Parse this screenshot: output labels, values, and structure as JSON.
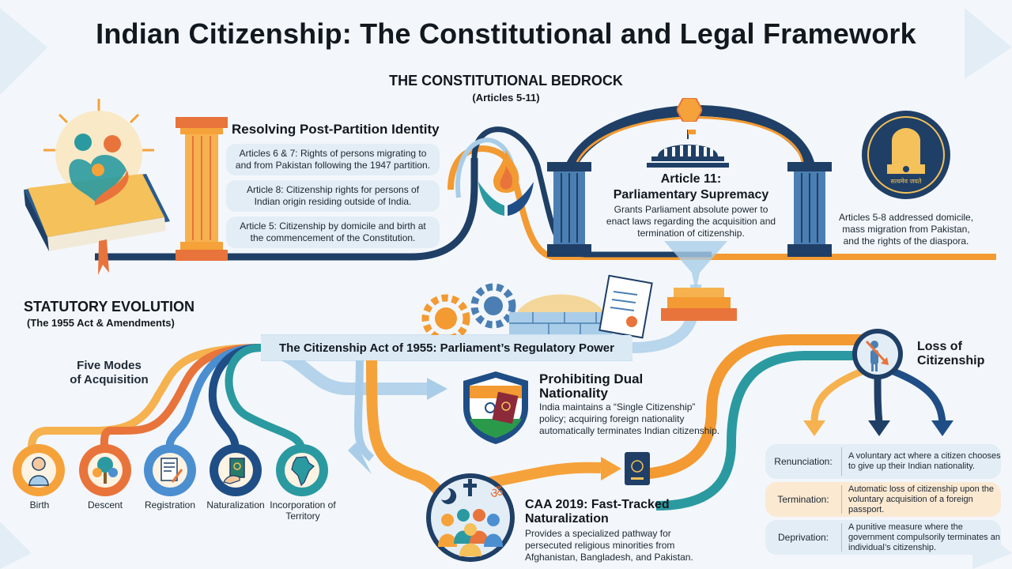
{
  "title": "Indian Citizenship: The Constitutional and Legal Framework",
  "constitutional": {
    "heading": "THE CONSTITUTIONAL BEDROCK",
    "subheading": "(Articles 5-11)",
    "partition": {
      "heading": "Resolving Post-Partition Identity",
      "items": [
        "Articles 6 & 7: Rights of persons migrating to and from Pakistan following the 1947 partition.",
        "Article 8: Citizenship rights for persons of Indian origin residing outside of India.",
        "Article 5: Citizenship by domicile and birth at the commencement of the Constitution."
      ]
    },
    "article11": {
      "heading_line1": "Article 11:",
      "heading_line2": "Parliamentary Supremacy",
      "body": "Grants Parliament absolute power to enact laws regarding the acquisition and termination of citizenship."
    },
    "emblem_note": "Articles 5-8 addressed domicile, mass migration from Pakistan, and the rights of the diaspora.",
    "emblem_motto": "सत्यमेव जयते"
  },
  "statutory": {
    "heading": "STATUTORY EVOLUTION",
    "subheading": "(The 1955 Act & Amendments)",
    "banner": "The Citizenship Act of 1955: Parliament’s Regulatory Power",
    "five_modes": {
      "heading_line1": "Five Modes",
      "heading_line2": "of Acquisition",
      "modes": [
        {
          "label": "Birth",
          "icon": "baby-icon",
          "color": "#f6a23a"
        },
        {
          "label": "Descent",
          "icon": "family-tree-icon",
          "color": "#e8743b"
        },
        {
          "label": "Registration",
          "icon": "document-pen-icon",
          "color": "#4b8fd1"
        },
        {
          "label": "Naturalization",
          "icon": "passport-hand-icon",
          "color": "#1f4e86"
        },
        {
          "label": "Incorporation of Territory",
          "icon": "india-map-icon",
          "color": "#2a9aa0"
        }
      ]
    },
    "dual": {
      "heading_line1": "Prohibiting Dual",
      "heading_line2": "Nationality",
      "body": "India maintains a “Single Citizenship” policy; acquiring foreign nationality automatically terminates Indian citizenship."
    },
    "caa": {
      "heading_line1": "CAA 2019: Fast-Tracked",
      "heading_line2": "Naturalization",
      "body": "Provides a specialized pathway for persecuted religious minorities from Afghanistan, Bangladesh, and Pakistan."
    },
    "loss": {
      "heading_line1": "Loss of",
      "heading_line2": "Citizenship",
      "rows": [
        {
          "label": "Renunciation:",
          "desc": "A voluntary act where a citizen chooses to give up their Indian nationality.",
          "color": "#e3edf6"
        },
        {
          "label": "Termination:",
          "desc": "Automatic loss of citizenship upon the voluntary acquisition of a foreign passport.",
          "color": "#fbe9d2"
        },
        {
          "label": "Deprivation:",
          "desc": "A punitive measure where the government compulsorily terminates an individual’s citizenship.",
          "color": "#e3edf6"
        }
      ]
    }
  },
  "colors": {
    "navy": "#1f3f66",
    "orange": "#f39a32",
    "teal": "#2a9aa0",
    "lightblue": "#a9cde8"
  }
}
